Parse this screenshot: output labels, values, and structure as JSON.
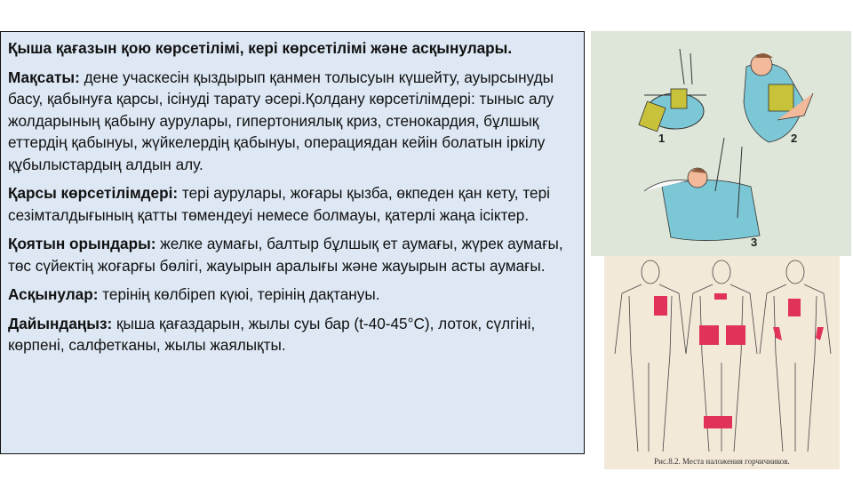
{
  "slide": {
    "title": "Қыша қағазын қою көрсетілімі, кері көрсетілімі және асқынулары.",
    "sections": [
      {
        "label": "Мақсаты:",
        "text": " дене учаскесін қыздырып қанмен толысуын күшейту, ауырсынуды басу, қабынуға қарсы, ісінуді тарату әсері.Қолдану көрсетілімдері: тыныс алу жолдарының қабыну аурулары, гипертониялық криз, стенокардия, бұлшық еттердің қабынуы, жүйкелердің қабынуы, операциядан кейін болатын іркілу құбылыстардың алдын алу."
      },
      {
        "label": "Қарсы көрсетілімдері:",
        "text": " тері аурулары, жоғары қызба, өкпеден қан кету, тері сезімталдығының қатты төмендеуі немесе болмауы, қатерлі жаңа ісіктер."
      },
      {
        "label": "Қоятын орындары:",
        "text": " желке аумағы, балтыр бұлшық ет аумағы, жүрек аумағы, төс сүйектің жоғарғы бөлігі, жауырын аралығы және жауырын асты аумағы."
      },
      {
        "label": "Асқынулар:",
        "text": " терінің көлбіреп күюі, терінің дақтануы."
      },
      {
        "label": "Дайындаңыз:",
        "text": " қыша қағаздарын, жылы суы бар (t-40-45°С), лоток, сүлгіні, көрпені, салфетканы, жылы жаялықты."
      }
    ]
  },
  "figures": {
    "top": {
      "step_labels": [
        "1",
        "2",
        "3"
      ]
    },
    "bottom": {
      "caption": "Рис.8.2. Места наложения горчичников."
    }
  },
  "colors": {
    "textbox_bg": "#dde8f4",
    "mustard_patch": "#e0325a",
    "plaster": "#c8c23a",
    "sheet": "#7cc7d6"
  }
}
